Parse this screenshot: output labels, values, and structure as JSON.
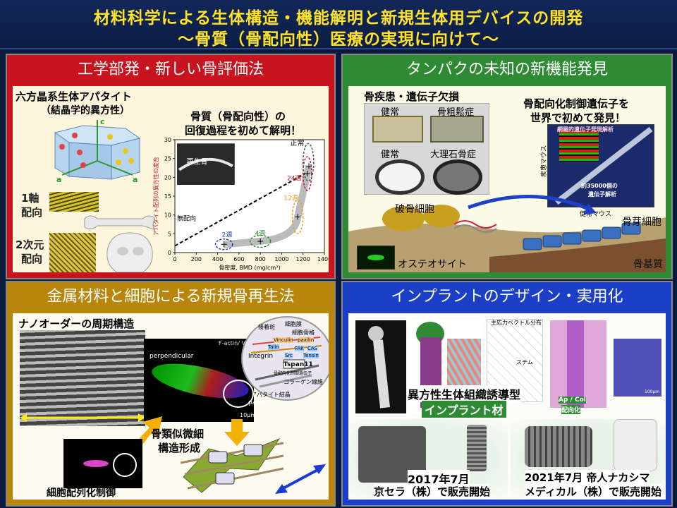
{
  "header": {
    "title_line1": "材料科学による生体構造・機能解明と新規生体用デバイスの開発",
    "title_line2": "～骨質（骨配向性）医療の実現に向けて～"
  },
  "colors": {
    "red": "#c8141e",
    "green": "#2e8b34",
    "gold": "#b8860b",
    "blue": "#1c3fc8"
  },
  "panels": {
    "top_left": {
      "title": "工学部発・新しい骨評価法",
      "apatite_title_1": "六方晶系生体アパタイト",
      "apatite_title_2": "（結晶学的異方性）",
      "axis_c": "c",
      "axis_a1": "a",
      "axis_a2": "a",
      "uniaxial_1": "1軸",
      "uniaxial_2": "配向",
      "biaxial_1": "2次元",
      "biaxial_2": "配向",
      "recovery_1": "骨質（骨配向性）の",
      "recovery_2": "回復過程を初めて解明！",
      "inset_label": "再生骨",
      "no_orient": "無配向",
      "normal": "正常",
      "w2": "2週",
      "w4": "4週",
      "w12": "12週",
      "w24": "24週"
    },
    "top_right": {
      "title": "タンパクの未知の新機能発見",
      "disease_title": "骨疾患・遺伝子欠損",
      "normal_1": "健常",
      "osteoporosis": "骨粗鬆症",
      "normal_2": "健常",
      "osteopetrosis": "大理石骨症",
      "discovery_1": "骨配向化制御遺伝子を",
      "discovery_2": "世界で初めて発見！",
      "array_label": "網羅的遺伝子発現解析",
      "array_axis_y": "疾患マウス",
      "array_axis_x": "健常マウス",
      "array_count_1": "約35000個の",
      "array_count_2": "遺伝子解析",
      "osteoclast": "破骨細胞",
      "osteoblast": "骨芽細胞",
      "osteocyte": "オステオサイト",
      "matrix": "骨基質"
    },
    "bottom_left": {
      "title": "金属材料と細胞による新規骨再生法",
      "nano": "ナノオーダーの周期構造",
      "perp": "perpendicular",
      "paral": "paral",
      "factin": "F-actin/ Vinculin",
      "bone_like_1": "骨類似微細",
      "bone_like_2": "構造形成",
      "cell_align": "細胞配列化制御",
      "scale": "10μm",
      "diagram_cell_membrane": "細胞膜",
      "diagram_cytoskeleton": "細胞骨格",
      "diagram_integrin": "Integrin",
      "diagram_tspan": "Tspan11",
      "diagram_collagen": "コラーゲン線維",
      "diagram_apatite": "アパタイト結晶",
      "diagram_proteins": [
        "Vinculin",
        "paxilin",
        "Talin",
        "Src",
        "FAK",
        "CAS",
        "Tensin"
      ],
      "diagram_labels": [
        "接着斑",
        "骨配向化制御遺伝子"
      ]
    },
    "bottom_right": {
      "title": "インプラントのデザイン・実用化",
      "vector": "主応力ベクトル分布",
      "stem": "ステム",
      "implant_1": "異方性生体組織誘導型",
      "implant_2": "インプラント材",
      "ap_col_1": "Ap / Col",
      "ap_col_2": "配向化",
      "product1_date": "2017年7月",
      "product1_text": "京セラ（株）で販売開始",
      "product2_date": "2021年7月 帝人ナカシマ",
      "product2_text": "メディカル（株）で販売開始",
      "scale": "100μm"
    }
  },
  "chart_data": {
    "type": "scatter",
    "title": "",
    "xlabel": "骨密度, BMD (mg/cm³)",
    "ylabel": "アパタイト配列の異方性の度合",
    "xlim": [
      0,
      1400
    ],
    "ylim": [
      0,
      30
    ],
    "xticks": [
      0,
      200,
      400,
      600,
      800,
      1000,
      1200,
      1400
    ],
    "yticks": [
      0,
      5,
      10,
      15,
      20,
      25,
      30
    ],
    "series": [
      {
        "values": [
          {
            "x": 460,
            "y": 2.2
          },
          {
            "x": 800,
            "y": 3.0
          },
          {
            "x": 1150,
            "y": 9.5
          },
          {
            "x": 1240,
            "y": 21.0
          },
          {
            "x": 1255,
            "y": 23.0
          }
        ]
      }
    ]
  }
}
